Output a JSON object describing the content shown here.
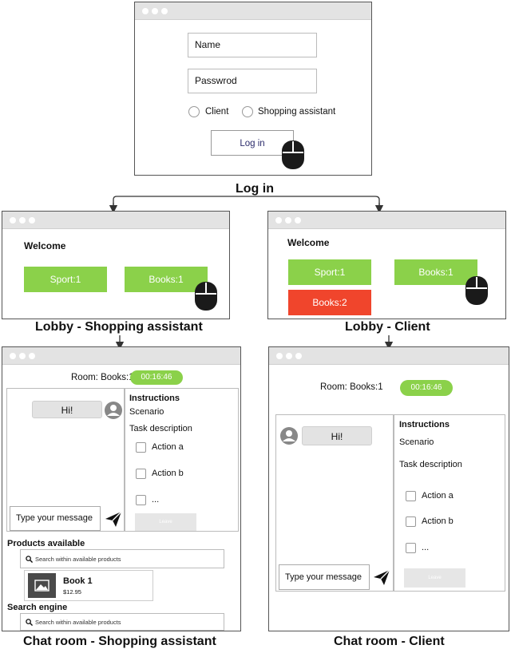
{
  "login": {
    "name_placeholder": "Name",
    "password_placeholder": "Passwrod",
    "radio_client": "Client",
    "radio_assistant": "Shopping assistant",
    "login_button": "Log in",
    "caption": "Log in"
  },
  "lobby_assistant": {
    "welcome": "Welcome",
    "buttons": [
      "Sport:1",
      "Books:1"
    ],
    "caption": "Lobby - Shopping assistant"
  },
  "lobby_client": {
    "welcome": "Welcome",
    "buttons": [
      "Sport:1",
      "Books:1",
      "Books:2"
    ],
    "caption": "Lobby - Client"
  },
  "chat_assistant": {
    "room": "Room: Books:1",
    "timer": "00:16:46",
    "bubble": "Hi!",
    "instructions": "Instructions",
    "scenario": "Scenario",
    "task_description": "Task description",
    "actions": [
      "Action a",
      "Action b",
      "..."
    ],
    "leave_button": "Leave",
    "message_placeholder": "Type your message",
    "products_heading": "Products available",
    "product_search_placeholder": "Search within available products",
    "product_name": "Book 1",
    "product_price": "$12.95",
    "engine_heading": "Search engine",
    "engine_search_placeholder": "Search within available products",
    "caption": "Chat room - Shopping assistant"
  },
  "chat_client": {
    "room": "Room: Books:1",
    "timer": "00:16:46",
    "bubble": "Hi!",
    "instructions": "Instructions",
    "scenario": "Scenario",
    "task_description": "Task description",
    "actions": [
      "Action a",
      "Action b",
      "..."
    ],
    "leave_button": "Leave",
    "message_placeholder": "Type your message",
    "caption": "Chat room - Client"
  },
  "colors": {
    "green": "#8bd14a",
    "red": "#f0452c",
    "titlebar": "#e3e3e3"
  }
}
